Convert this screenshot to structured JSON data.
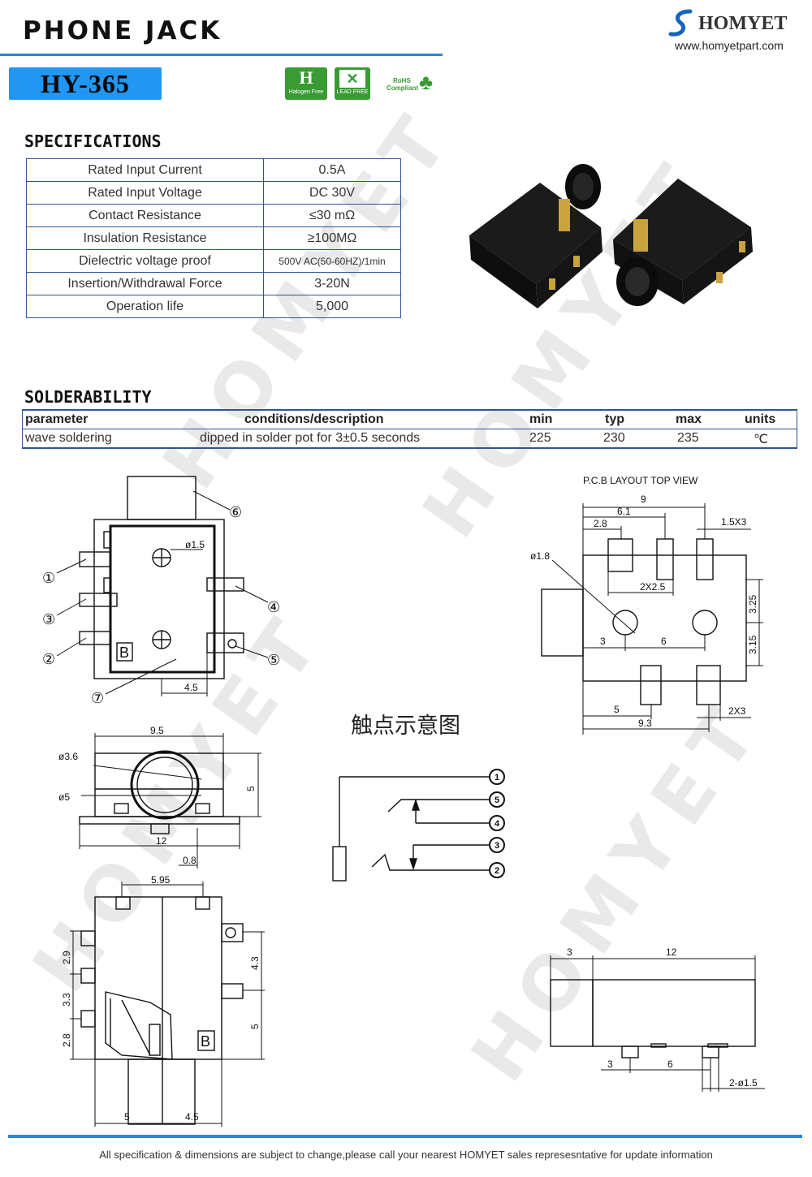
{
  "header": {
    "title": "PHONE JACK",
    "model": "HY-365",
    "brand": "HOMYET",
    "url": "www.homyetpart.com",
    "badges": [
      "Halogen Free",
      "LEAD FREE",
      "RoHS",
      "Compliant"
    ]
  },
  "watermark": "HOMYET",
  "specifications": {
    "heading": "SPECIFICATIONS",
    "rows": [
      {
        "name": "Rated Input Current",
        "value": "0.5A"
      },
      {
        "name": "Rated Input Voltage",
        "value": "DC  30V"
      },
      {
        "name": "Contact Resistance",
        "value": "≤30  mΩ"
      },
      {
        "name": "Insulation Resistance",
        "value": "≥100MΩ"
      },
      {
        "name": "Dielectric voltage proof",
        "value": "500V AC(50-60HZ)/1min"
      },
      {
        "name": "Insertion/Withdrawal Force",
        "value": "3-20N"
      },
      {
        "name": "Operation life",
        "value": "5,000"
      }
    ]
  },
  "solderability": {
    "heading": "SOLDERABILITY",
    "columns": [
      "parameter",
      "conditions/description",
      "min",
      "typ",
      "max",
      "units"
    ],
    "row": [
      "wave soldering",
      "dipped in solder pot for 3±0.5 seconds",
      "225",
      "230",
      "235",
      "℃"
    ]
  },
  "drawings": {
    "top_view": {
      "callouts": [
        "①",
        "②",
        "③",
        "④",
        "⑤",
        "⑥",
        "⑦"
      ],
      "hole": "ø1.5",
      "dim_bottom": "4.5",
      "mark": "B"
    },
    "pcb_layout": {
      "title": "P.C.B LAYOUT   TOP VIEW",
      "dims": [
        "9",
        "6.1",
        "2.8",
        "1.5X3",
        "ø1.8",
        "2X2.5",
        "3.25",
        "3.15",
        "3",
        "6",
        "5",
        "9.3",
        "2X3"
      ]
    },
    "contact_diagram": {
      "title": "触点示意图",
      "pins": [
        "1",
        "5",
        "4",
        "3",
        "2"
      ]
    },
    "front_view": {
      "dims": [
        "9.5",
        "ø3.6",
        "ø5",
        "5",
        "12",
        "0.8"
      ]
    },
    "bottom_view": {
      "dims": [
        "5.95",
        "2.9",
        "3.3",
        "2.8",
        "4.3",
        "5",
        "5",
        "4.5"
      ],
      "mark": "B"
    },
    "side_view": {
      "dims": [
        "3",
        "12",
        "3",
        "6",
        "2-ø1.5"
      ]
    }
  },
  "footer": "All specification & dimensions are subject to change,please call your nearest HOMYET sales represesntative for update information"
}
